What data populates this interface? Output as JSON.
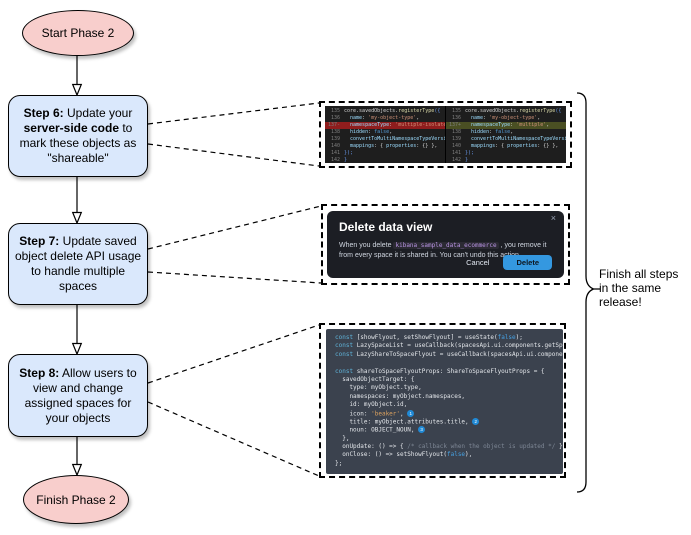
{
  "flowchart": {
    "start": {
      "label": "Start Phase 2"
    },
    "step6": {
      "segments": [
        {
          "text": "Step 6:",
          "bold": true
        },
        {
          "text": " Update your ",
          "bold": false
        },
        {
          "text": "server-side code",
          "bold": true
        },
        {
          "text": " to mark these objects as \"shareable\"",
          "bold": false
        }
      ]
    },
    "step7": {
      "segments": [
        {
          "text": "Step 7:",
          "bold": true
        },
        {
          "text": " Update saved object delete API usage to handle multiple spaces",
          "bold": false
        }
      ]
    },
    "step8": {
      "segments": [
        {
          "text": "Step 8:",
          "bold": true
        },
        {
          "text": " Allow users to view and change assigned spaces for your objects",
          "bold": false
        }
      ]
    },
    "finish": {
      "label": "Finish Phase 2"
    },
    "note": {
      "lines": [
        "Finish all steps",
        "in the same",
        "release!"
      ]
    }
  },
  "diff": {
    "left": {
      "lines": [
        {
          "num": "135",
          "tokens": [
            [
              "core.savedObjects.",
              "fg"
            ],
            [
              "registerType",
              "y"
            ],
            [
              "({",
              "bl"
            ]
          ]
        },
        {
          "num": "136",
          "tokens": [
            [
              "  name",
              "key"
            ],
            [
              ": ",
              "fg"
            ],
            [
              "'my-object-type'",
              "s"
            ],
            [
              ",",
              "fg"
            ]
          ]
        },
        {
          "num": "137-",
          "bg": "del",
          "tokens": [
            [
              "  namespaceType",
              "key"
            ],
            [
              ": ",
              "fg"
            ],
            [
              "'multiple-isolated'",
              "s"
            ],
            [
              ",",
              "fg"
            ]
          ]
        },
        {
          "num": "138",
          "tokens": [
            [
              "  hidden",
              "key"
            ],
            [
              ": ",
              "fg"
            ],
            [
              "false",
              "v"
            ],
            [
              ",",
              "fg"
            ]
          ]
        },
        {
          "num": "139",
          "tokens": [
            [
              "  convertToMultiNamespaceTypeVersion",
              "key"
            ],
            [
              ": ",
              "fg"
            ],
            [
              "'",
              "s"
            ]
          ]
        },
        {
          "num": "140",
          "tokens": [
            [
              "  mappings",
              "key"
            ],
            [
              ": { ",
              "fg"
            ],
            [
              "properties",
              "key"
            ],
            [
              ": {} },",
              "fg"
            ]
          ]
        },
        {
          "num": "141",
          "tokens": [
            [
              "});",
              "bl"
            ]
          ]
        },
        {
          "num": "142",
          "tokens": [
            [
              "}",
              "bl"
            ]
          ]
        }
      ]
    },
    "right": {
      "lines": [
        {
          "num": "135",
          "tokens": [
            [
              "core.savedObjects.",
              "fg"
            ],
            [
              "registerType",
              "y"
            ],
            [
              "({",
              "bl"
            ]
          ]
        },
        {
          "num": "136",
          "tokens": [
            [
              "  name",
              "key"
            ],
            [
              ": ",
              "fg"
            ],
            [
              "'my-object-type'",
              "s"
            ],
            [
              ",",
              "fg"
            ]
          ]
        },
        {
          "num": "137+",
          "bg": "add",
          "tokens": [
            [
              "  namespaceType",
              "key"
            ],
            [
              ": ",
              "fg"
            ],
            [
              "'multiple'",
              "s"
            ],
            [
              ",",
              "fg"
            ]
          ]
        },
        {
          "num": "138",
          "tokens": [
            [
              "  hidden",
              "key"
            ],
            [
              ": ",
              "fg"
            ],
            [
              "false",
              "v"
            ],
            [
              ",",
              "fg"
            ]
          ]
        },
        {
          "num": "139",
          "tokens": [
            [
              "  convertToMultiNamespaceTypeVersion",
              "key"
            ],
            [
              ": ",
              "fg"
            ],
            [
              "'",
              "s"
            ]
          ]
        },
        {
          "num": "140",
          "tokens": [
            [
              "  mappings",
              "key"
            ],
            [
              ": { ",
              "fg"
            ],
            [
              "properties",
              "key"
            ],
            [
              ": {} },",
              "fg"
            ]
          ]
        },
        {
          "num": "141",
          "tokens": [
            [
              "});",
              "bl"
            ]
          ]
        },
        {
          "num": "142",
          "tokens": [
            [
              "}",
              "bl"
            ]
          ]
        }
      ]
    }
  },
  "modal": {
    "title": "Delete data view",
    "close_icon": "×",
    "body": [
      {
        "text": "When you delete ",
        "code": false
      },
      {
        "text": "kibana_sample_data_ecommerce",
        "code": true
      },
      {
        "text": " , you remove it from every space it is shared in. You can't undo this action.",
        "code": false
      }
    ],
    "cancel_label": "Cancel",
    "delete_label": "Delete"
  },
  "snippet": {
    "lines": [
      {
        "tokens": [
          [
            "const ",
            "k"
          ],
          [
            "[showFlyout, setShowFlyout] = useState(",
            "fg"
          ],
          [
            "false",
            "v"
          ],
          [
            ");",
            "fg"
          ]
        ]
      },
      {
        "tokens": [
          [
            "const ",
            "k"
          ],
          [
            "LazySpaceList = useCallback(spacesApi.ui.components.getSpaceLis",
            "fg"
          ]
        ]
      },
      {
        "tokens": [
          [
            "const ",
            "k"
          ],
          [
            "LazyShareToSpaceFlyout = useCallback(spacesApi.ui.components.ge",
            "fg"
          ]
        ]
      },
      {
        "tokens": []
      },
      {
        "tokens": [
          [
            "const ",
            "k"
          ],
          [
            "shareToSpaceFlyoutProps: ShareToSpaceFlyoutProps = {",
            "fg"
          ]
        ]
      },
      {
        "tokens": [
          [
            "  savedObjectTarget: {",
            "fg"
          ]
        ]
      },
      {
        "tokens": [
          [
            "    type: myObject.type,",
            "fg"
          ]
        ]
      },
      {
        "tokens": [
          [
            "    namespaces: myObject.namespaces,",
            "fg"
          ]
        ]
      },
      {
        "tokens": [
          [
            "    id: myObject.id,",
            "fg"
          ]
        ]
      },
      {
        "tokens": [
          [
            "    icon: ",
            "fg"
          ],
          [
            "'beaker'",
            "s"
          ],
          [
            ", ",
            "fg"
          ],
          [
            "1",
            "badge"
          ]
        ]
      },
      {
        "tokens": [
          [
            "    title: myObject.attributes.title, ",
            "fg"
          ],
          [
            "2",
            "badge"
          ]
        ]
      },
      {
        "tokens": [
          [
            "    noun: OBJECT_NOUN, ",
            "fg"
          ],
          [
            "3",
            "badge"
          ]
        ]
      },
      {
        "tokens": [
          [
            "  },",
            "fg"
          ]
        ]
      },
      {
        "tokens": [
          [
            "  onUpdate: () => { ",
            "fg"
          ],
          [
            "/* callback when the object is updated */",
            "c"
          ],
          [
            " },",
            "fg"
          ]
        ]
      },
      {
        "tokens": [
          [
            "  onClose: () => setShowFlyout(",
            "fg"
          ],
          [
            "false",
            "v"
          ],
          [
            "),",
            "fg"
          ]
        ]
      },
      {
        "tokens": [
          [
            "};",
            "fg"
          ]
        ]
      }
    ]
  },
  "colors": {
    "node_pink": "#f8cecc",
    "node_blue": "#dae8fc",
    "node_border": "#000000",
    "diff_bg": "#1e1e1e",
    "diff_removed_bg": "#8f1d1d",
    "diff_added_bg": "#4a4f23",
    "modal_bg": "#1c1e24",
    "delete_button_bg": "#3498e0",
    "snippet_bg": "#3b424e",
    "badge_blue": "#2089d5"
  }
}
